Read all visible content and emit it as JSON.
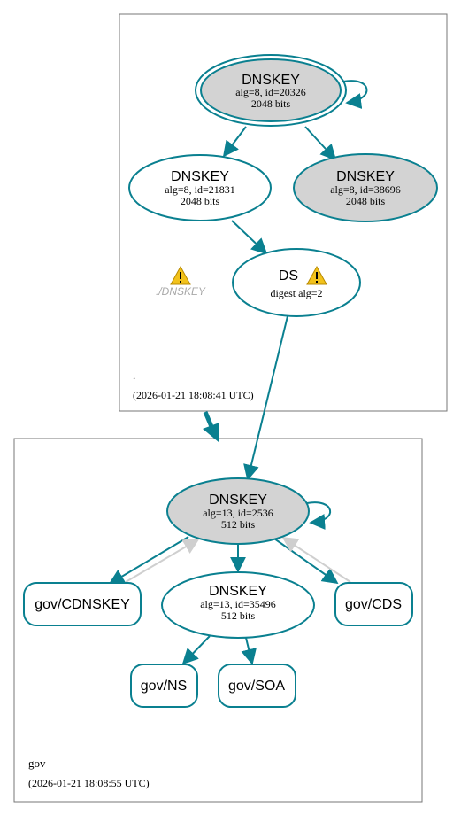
{
  "zones": {
    "root": {
      "name": ".",
      "timestamp": "(2026-01-21 18:08:41 UTC)"
    },
    "gov": {
      "name": "gov",
      "timestamp": "(2026-01-21 18:08:55 UTC)"
    }
  },
  "nodes": {
    "root_ksk": {
      "title": "DNSKEY",
      "line1": "alg=8, id=20326",
      "line2": "2048 bits"
    },
    "root_zsk1": {
      "title": "DNSKEY",
      "line1": "alg=8, id=21831",
      "line2": "2048 bits"
    },
    "root_zsk2": {
      "title": "DNSKEY",
      "line1": "alg=8, id=38696",
      "line2": "2048 bits"
    },
    "ds": {
      "title": "DS",
      "line1": "digest alg=2"
    },
    "missing_dnskey": {
      "label": "./DNSKEY"
    },
    "gov_ksk": {
      "title": "DNSKEY",
      "line1": "alg=13, id=2536",
      "line2": "512 bits"
    },
    "gov_zsk": {
      "title": "DNSKEY",
      "line1": "alg=13, id=35496",
      "line2": "512 bits"
    },
    "gov_cdnskey": {
      "label": "gov/CDNSKEY"
    },
    "gov_cds": {
      "label": "gov/CDS"
    },
    "gov_ns": {
      "label": "gov/NS"
    },
    "gov_soa": {
      "label": "gov/SOA"
    }
  },
  "colors": {
    "edge": "#0a8090",
    "key_fill": "#d3d3d3",
    "secondary_edge": "#cfcfcf",
    "warning": "#f2c21b",
    "missing_label": "#a8a8a8"
  }
}
